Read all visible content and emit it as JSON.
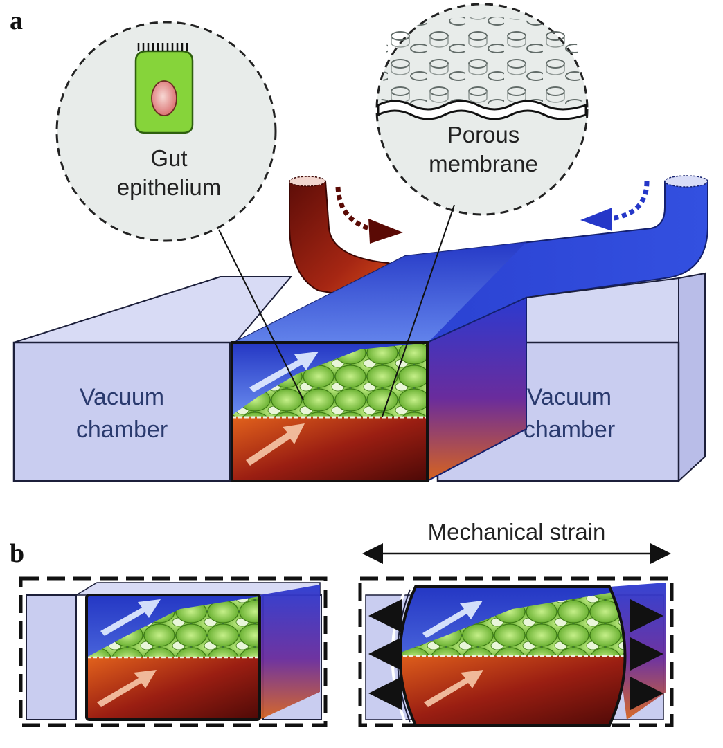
{
  "panel_a": {
    "letter": "a",
    "callout_left": {
      "line1": "Gut",
      "line2": "epithelium"
    },
    "callout_right": {
      "line1": "Porous",
      "line2": "membrane"
    },
    "chamber_left": {
      "line1": "Vacuum",
      "line2": "chamber"
    },
    "chamber_right": {
      "line1": "Vacuum",
      "line2": "chamber"
    }
  },
  "panel_b": {
    "letter": "b",
    "strain_label": "Mechanical strain"
  },
  "colors": {
    "chamber_fill": "#c9cdf0",
    "chamber_stroke": "#1c1f3a",
    "blue_channel": "#2f3fd6",
    "red_channel": "#8e1a12",
    "orange": "#e46a1f",
    "cells_green": "#7ec832",
    "callout_fill": "#e8ecea"
  }
}
